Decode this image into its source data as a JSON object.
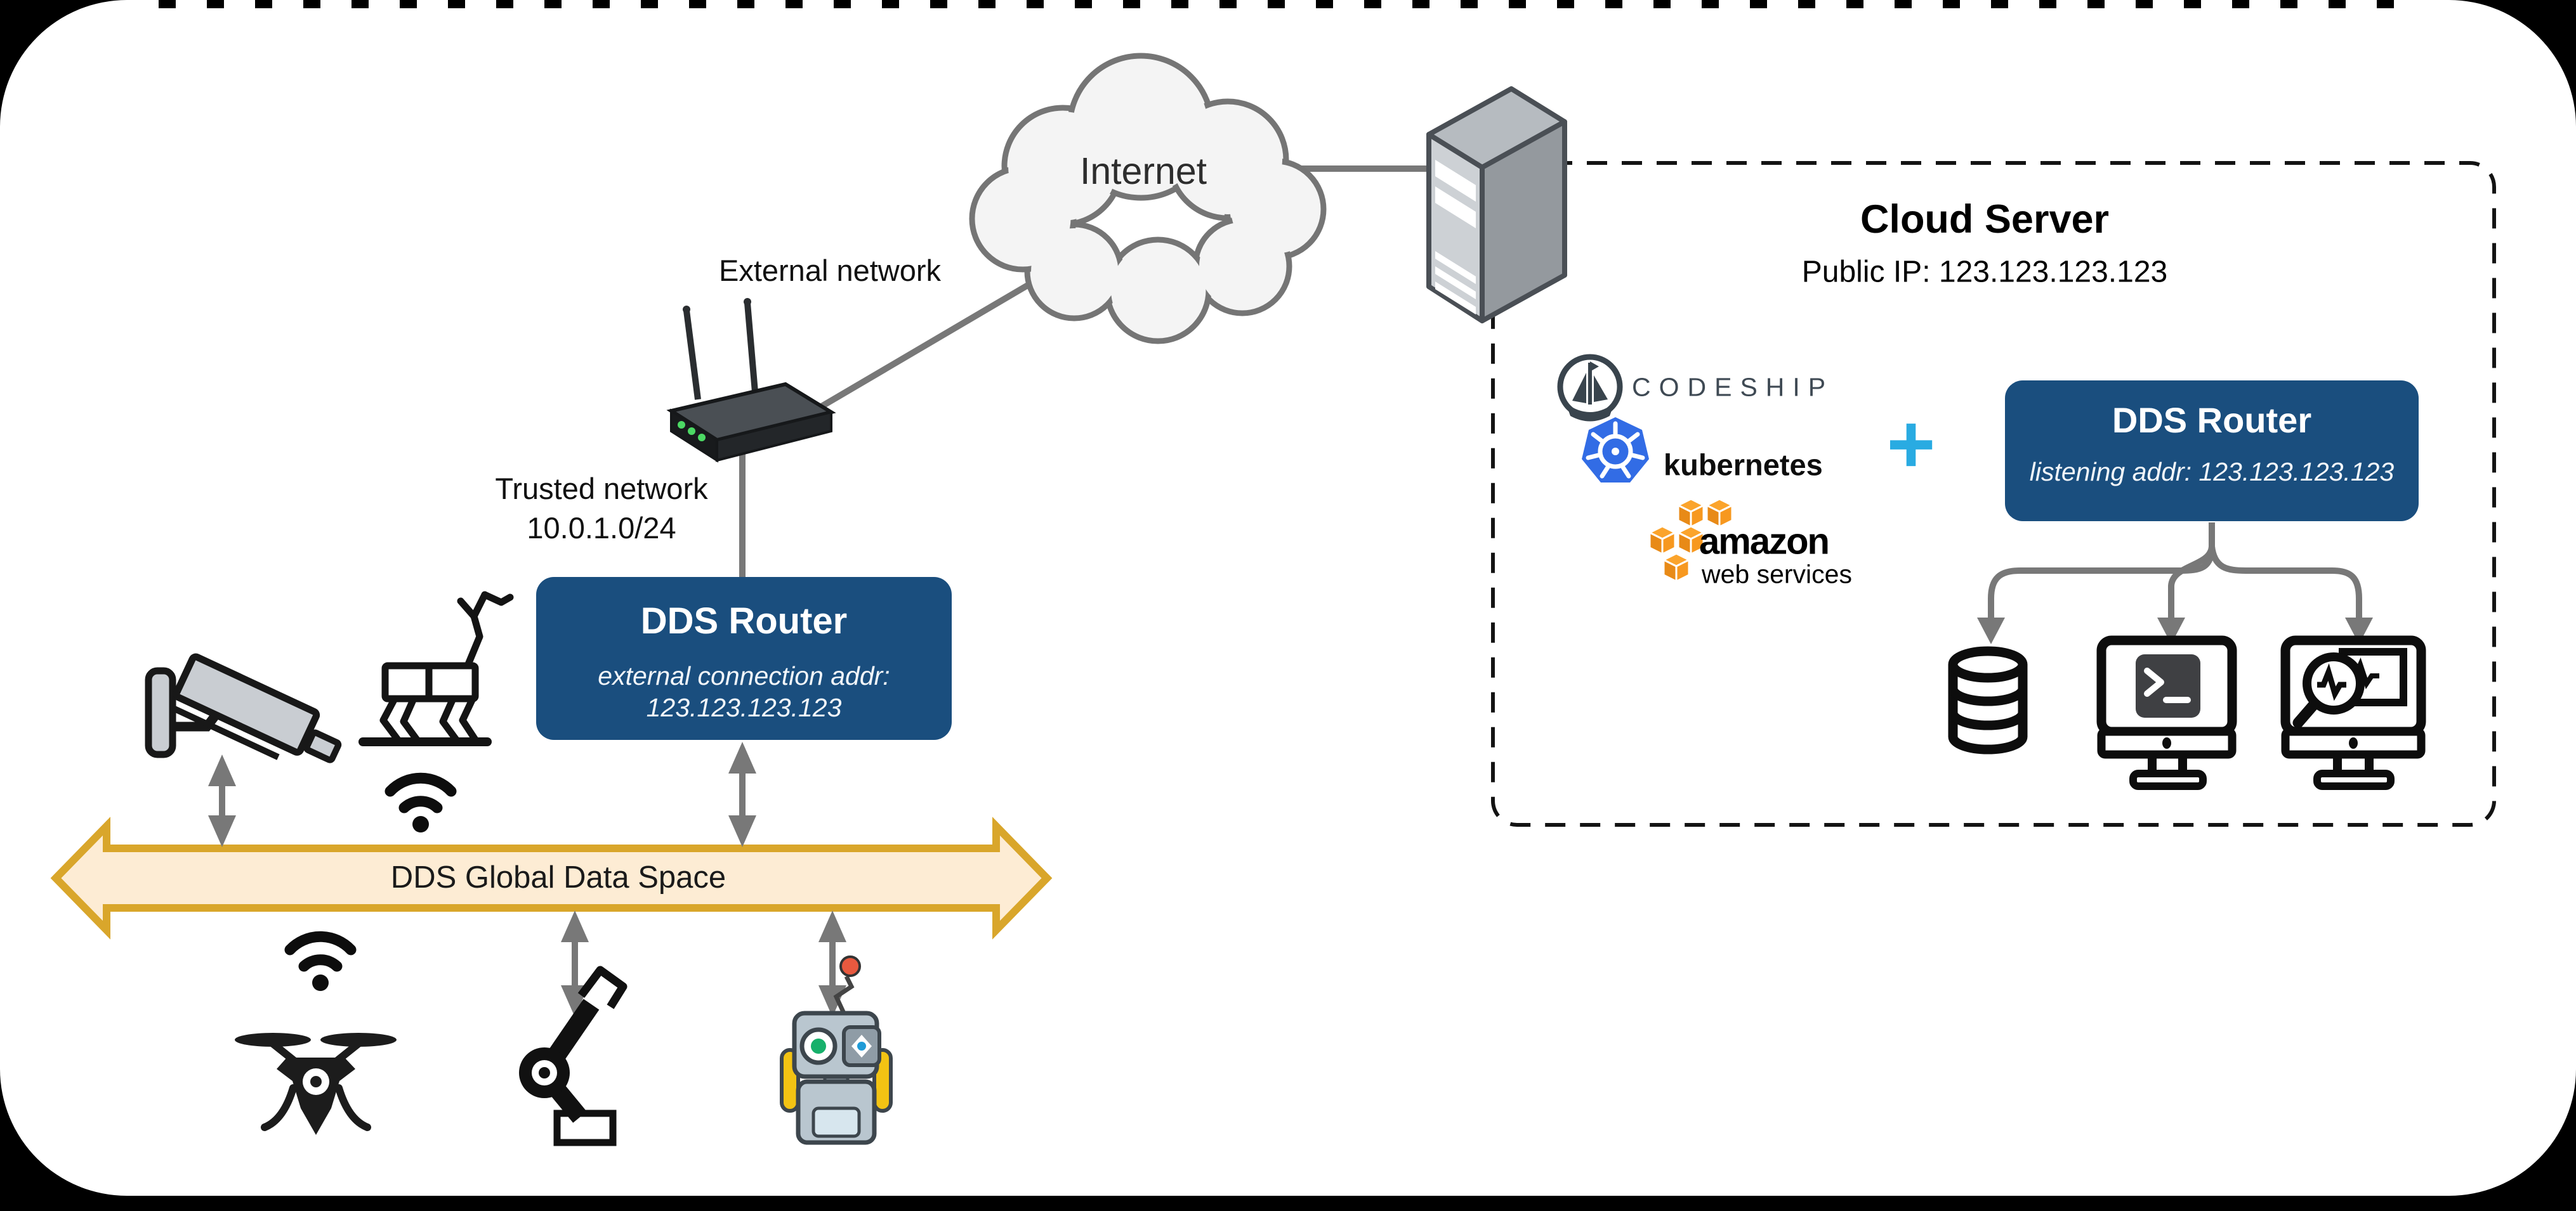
{
  "labels": {
    "internet": "Internet",
    "external_network": "External network",
    "trusted_network": "Trusted network",
    "trusted_subnet": "10.0.1.0/24"
  },
  "edge_router": {
    "title": "DDS Router",
    "addr_line1": "external connection addr:",
    "addr_line2": "123.123.123.123"
  },
  "data_space": {
    "label": "DDS Global Data Space"
  },
  "cloud_server": {
    "title": "Cloud Server",
    "public_ip": "Public IP: 123.123.123.123",
    "plus": "+"
  },
  "cloud_router": {
    "title": "DDS Router",
    "addr": "listening addr: 123.123.123.123"
  },
  "logos": {
    "codeship": "CODESHIP",
    "kubernetes": "kubernetes",
    "amazon": "amazon",
    "amazon_sub": "web services"
  },
  "icons": {
    "internet_cloud": "cloud shape",
    "server_tower": "3d gray server box",
    "wifi_router": "dark wifi router with two antennas and green leds",
    "cctv_camera": "gray surveillance camera on wall mount",
    "robot_dog": "quadruped robot outline",
    "wifi": "wifi waves with dot",
    "drone": "black quadcopter silhouette",
    "robot_arm": "black industrial robot arm",
    "toy_robot": "small colored robot with antenna",
    "database": "cylinder database outline",
    "terminal_workstation": "monitor with shell prompt icon",
    "monitoring_workstation": "monitor with magnifier over activity graph"
  },
  "colors": {
    "router_box_blue": "#1A4E7E",
    "band_fill": "#FDECD4",
    "band_border": "#D9A62B",
    "plus_blue": "#29ABE2",
    "kubernetes_blue": "#326CE5",
    "aws_orange": "#F7981F",
    "arrow_gray": "#787878",
    "cloud_fill": "#F4F4F4"
  }
}
